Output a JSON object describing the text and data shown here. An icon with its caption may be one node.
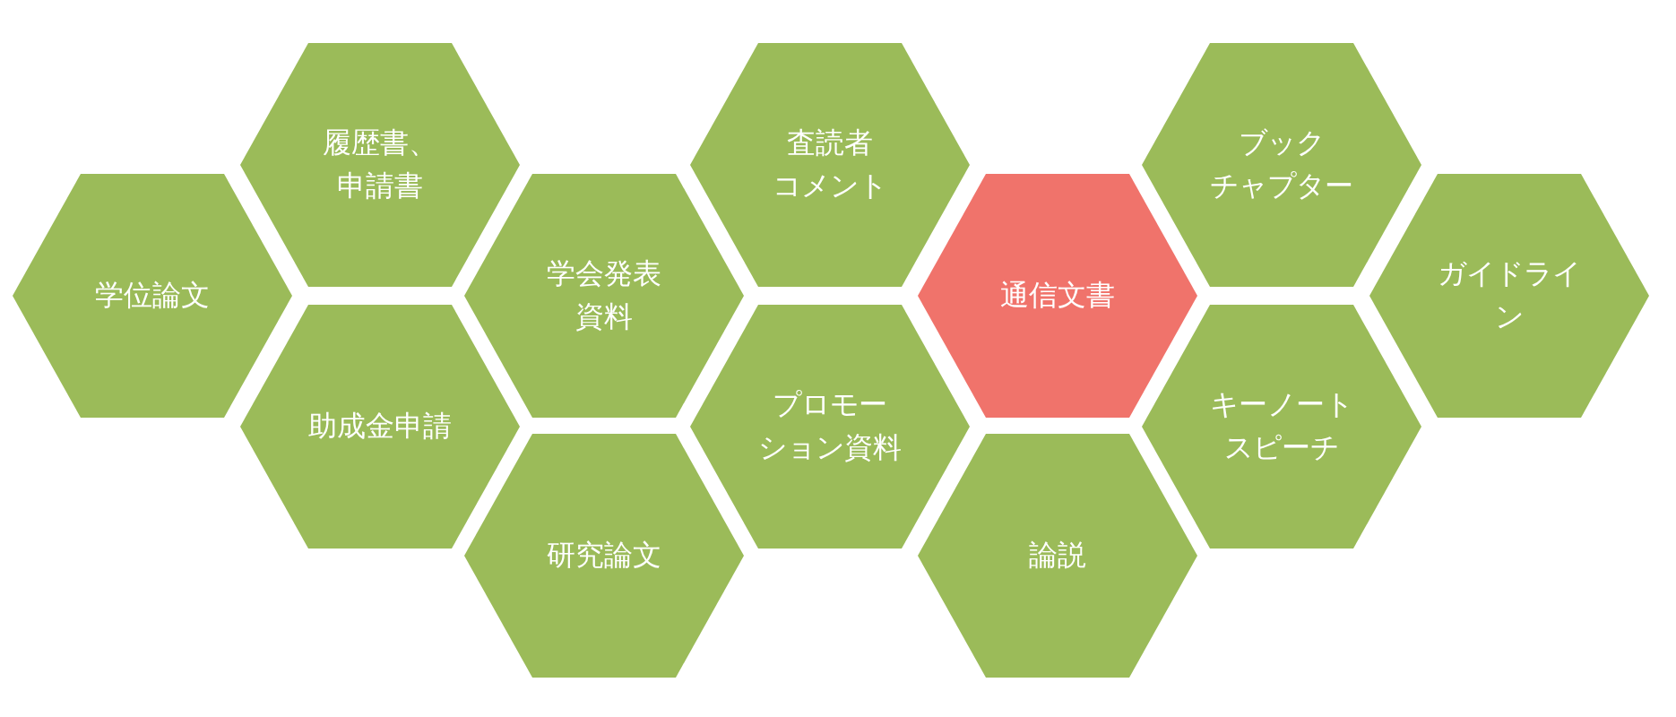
{
  "diagram": {
    "nodes": [
      {
        "text": [
          "学位論文"
        ]
      },
      {
        "text": [
          "履歴書、申請書"
        ]
      },
      {
        "text": [
          "助成金申請"
        ]
      },
      {
        "text": [
          "学会発表資料"
        ]
      },
      {
        "text": [
          "研究論文"
        ]
      },
      {
        "text": [
          "査読者コメント"
        ]
      },
      {
        "text": [
          "プロモーション資料"
        ]
      },
      {
        "text": [
          "通信文書"
        ]
      },
      {
        "text": [
          "論説"
        ]
      },
      {
        "text": [
          "ブックチャプター"
        ]
      },
      {
        "text": [
          "キーノートスピーチ"
        ]
      },
      {
        "text": [
          "ガイドライン"
        ]
      }
    ],
    "edges": []
  }
}
